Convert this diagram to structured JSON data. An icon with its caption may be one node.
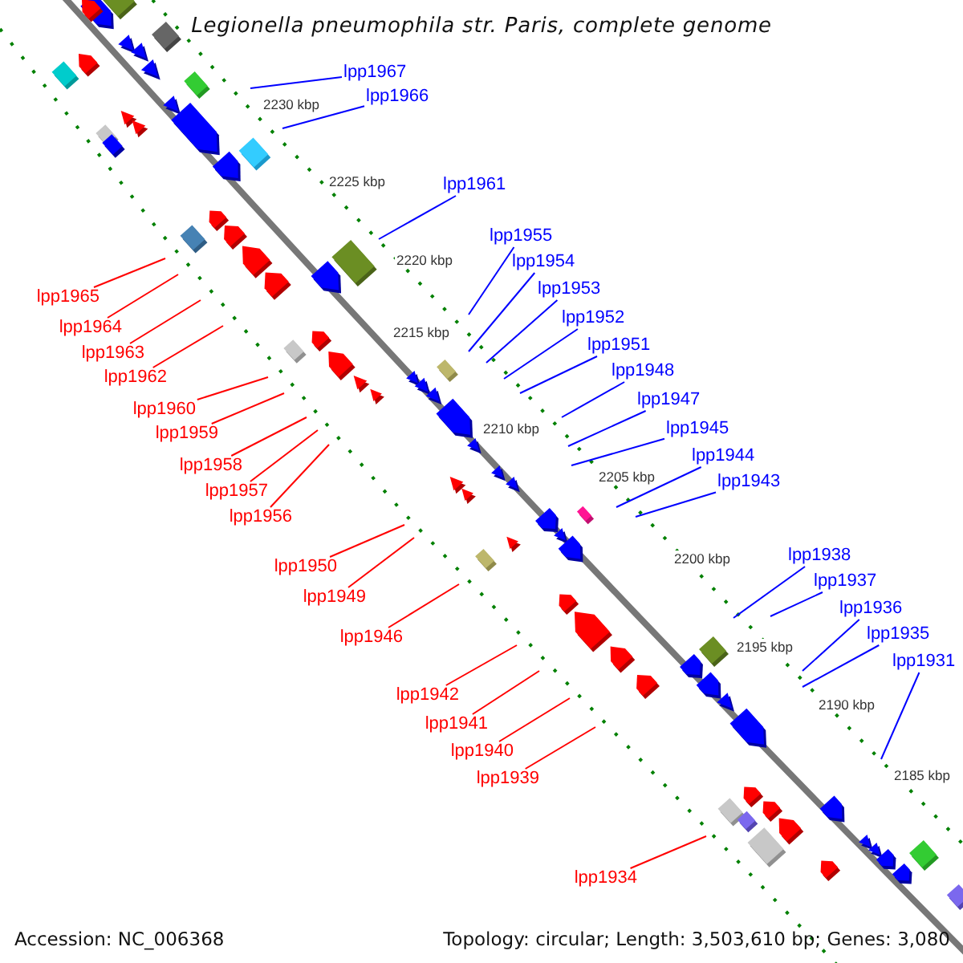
{
  "diagram": {
    "title": "Legionella pneumophila str. Paris, complete genome",
    "nodes": [
      {
        "text": [
          "lpp1967"
        ]
      },
      {
        "text": [
          "lpp1966"
        ]
      },
      {
        "text": [
          "lpp1961"
        ]
      },
      {
        "text": [
          "lpp1955"
        ]
      },
      {
        "text": [
          "lpp1954"
        ]
      },
      {
        "text": [
          "lpp1953"
        ]
      },
      {
        "text": [
          "lpp1952"
        ]
      },
      {
        "text": [
          "lpp1951"
        ]
      },
      {
        "text": [
          "lpp1948"
        ]
      },
      {
        "text": [
          "lpp1947"
        ]
      },
      {
        "text": [
          "lpp1945"
        ]
      },
      {
        "text": [
          "lpp1944"
        ]
      },
      {
        "text": [
          "lpp1943"
        ]
      },
      {
        "text": [
          "lpp1938"
        ]
      },
      {
        "text": [
          "lpp1937"
        ]
      },
      {
        "text": [
          "lpp1936"
        ]
      },
      {
        "text": [
          "lpp1935"
        ]
      },
      {
        "text": [
          "lpp1931"
        ]
      },
      {
        "text": [
          "lpp1965"
        ]
      },
      {
        "text": [
          "lpp1964"
        ]
      },
      {
        "text": [
          "lpp1963"
        ]
      },
      {
        "text": [
          "lpp1962"
        ]
      },
      {
        "text": [
          "lpp1960"
        ]
      },
      {
        "text": [
          "lpp1959"
        ]
      },
      {
        "text": [
          "lpp1958"
        ]
      },
      {
        "text": [
          "lpp1957"
        ]
      },
      {
        "text": [
          "lpp1956"
        ]
      },
      {
        "text": [
          "lpp1950"
        ]
      },
      {
        "text": [
          "lpp1949"
        ]
      },
      {
        "text": [
          "lpp1946"
        ]
      },
      {
        "text": [
          "lpp1942"
        ]
      },
      {
        "text": [
          "lpp1941"
        ]
      },
      {
        "text": [
          "lpp1940"
        ]
      },
      {
        "text": [
          "lpp1939"
        ]
      },
      {
        "text": [
          "lpp1934"
        ]
      }
    ],
    "edges": [
      {
        "from": 0,
        "to": null,
        "arrow": "none"
      },
      {
        "from": 1,
        "to": null,
        "arrow": "none"
      },
      {
        "from": 2,
        "to": null,
        "arrow": "none"
      },
      {
        "from": 3,
        "to": null,
        "arrow": "none"
      },
      {
        "from": 4,
        "to": null,
        "arrow": "none"
      },
      {
        "from": 5,
        "to": null,
        "arrow": "none"
      },
      {
        "from": 6,
        "to": null,
        "arrow": "none"
      },
      {
        "from": 7,
        "to": null,
        "arrow": "none"
      },
      {
        "from": 8,
        "to": null,
        "arrow": "none"
      },
      {
        "from": 9,
        "to": null,
        "arrow": "none"
      },
      {
        "from": 10,
        "to": null,
        "arrow": "none"
      },
      {
        "from": 11,
        "to": null,
        "arrow": "none"
      },
      {
        "from": 12,
        "to": null,
        "arrow": "none"
      },
      {
        "from": 13,
        "to": null,
        "arrow": "none"
      },
      {
        "from": 14,
        "to": null,
        "arrow": "none"
      },
      {
        "from": 15,
        "to": null,
        "arrow": "none"
      },
      {
        "from": 16,
        "to": null,
        "arrow": "none"
      },
      {
        "from": 17,
        "to": null,
        "arrow": "none"
      },
      {
        "from": 18,
        "to": null,
        "arrow": "none",
        "color": "#ff0000"
      },
      {
        "from": 19,
        "to": null,
        "arrow": "none",
        "color": "#ff0000"
      },
      {
        "from": 20,
        "to": null,
        "arrow": "none",
        "color": "#ff0000"
      },
      {
        "from": 21,
        "to": null,
        "arrow": "none",
        "color": "#ff0000"
      },
      {
        "from": 22,
        "to": null,
        "arrow": "none",
        "color": "#ff0000"
      },
      {
        "from": 23,
        "to": null,
        "arrow": "none",
        "color": "#ff0000"
      },
      {
        "from": 24,
        "to": null,
        "arrow": "none",
        "color": "#ff0000"
      },
      {
        "from": 25,
        "to": null,
        "arrow": "none",
        "color": "#ff0000"
      },
      {
        "from": 26,
        "to": null,
        "arrow": "none",
        "color": "#ff0000"
      },
      {
        "from": 27,
        "to": null,
        "arrow": "none",
        "color": "#ff0000"
      },
      {
        "from": 28,
        "to": null,
        "arrow": "none",
        "color": "#ff0000"
      },
      {
        "from": 29,
        "to": null,
        "arrow": "none",
        "color": "#ff0000"
      },
      {
        "from": 30,
        "to": null,
        "arrow": "none",
        "color": "#ff0000"
      },
      {
        "from": 31,
        "to": null,
        "arrow": "none",
        "color": "#ff0000"
      },
      {
        "from": 32,
        "to": null,
        "arrow": "none",
        "color": "#ff0000"
      },
      {
        "from": 33,
        "to": null,
        "arrow": "none",
        "color": "#ff0000"
      },
      {
        "from": 34,
        "to": null,
        "arrow": "none",
        "color": "#ff0000"
      }
    ],
    "labels": [
      "2230 kbp",
      "2225 kbp",
      "2220 kbp",
      "2215 kbp",
      "2210 kbp",
      "2205 kbp",
      "2200 kbp",
      "2195 kbp",
      "2190 kbp",
      "2185 kbp",
      "Accession: NC_006368",
      "Topology: circular; Length: 3,503,610 bp; Genes: 3,080"
    ]
  }
}
